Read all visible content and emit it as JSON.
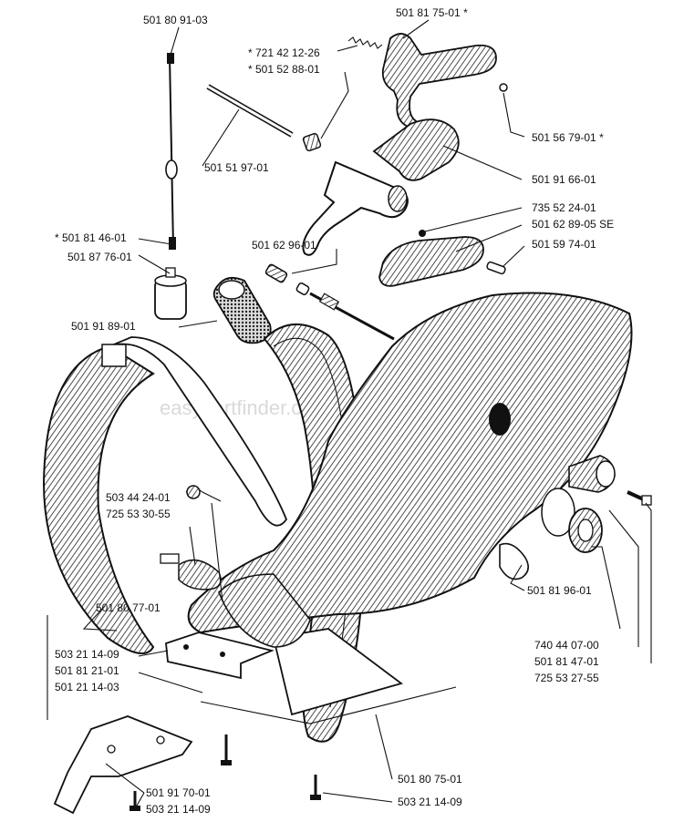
{
  "watermark": "easypartfinder.com",
  "labels": [
    {
      "id": "p1",
      "text": "501 80 91-03"
    },
    {
      "id": "p2",
      "text": "501 81 75-01  *"
    },
    {
      "id": "p3",
      "text": "*  721 42 12-26"
    },
    {
      "id": "p4",
      "text": "*  501 52 88-01"
    },
    {
      "id": "p5",
      "text": "501 51 97-01"
    },
    {
      "id": "p6",
      "text": "501 56 79-01  *"
    },
    {
      "id": "p7",
      "text": "501 91 66-01"
    },
    {
      "id": "p8",
      "text": "735 52 24-01"
    },
    {
      "id": "p9",
      "text": "501 62 89-05 SE"
    },
    {
      "id": "p10",
      "text": "*  501 81 46-01"
    },
    {
      "id": "p11",
      "text": "501 87 76-01"
    },
    {
      "id": "p12",
      "text": "501 62 96-01"
    },
    {
      "id": "p13",
      "text": "501 59 74-01"
    },
    {
      "id": "p14",
      "text": "501 91 89-01"
    },
    {
      "id": "p15",
      "text": "503 44 24-01"
    },
    {
      "id": "p16",
      "text": "725 53 30-55"
    },
    {
      "id": "p17",
      "text": "501 80 77-01"
    },
    {
      "id": "p18",
      "text": "503 21 14-09"
    },
    {
      "id": "p19",
      "text": "501 81 21-01"
    },
    {
      "id": "p20",
      "text": "501 21 14-03"
    },
    {
      "id": "p21",
      "text": "501 81 96-01"
    },
    {
      "id": "p22",
      "text": "740 44 07-00"
    },
    {
      "id": "p23",
      "text": "501 81 47-01"
    },
    {
      "id": "p24",
      "text": "725 53 27-55"
    },
    {
      "id": "p25",
      "text": "501 91 70-01"
    },
    {
      "id": "p26",
      "text": "503 21 14-09"
    },
    {
      "id": "p27",
      "text": "501 80 75-01"
    },
    {
      "id": "p28",
      "text": "503 21 14-09"
    }
  ]
}
